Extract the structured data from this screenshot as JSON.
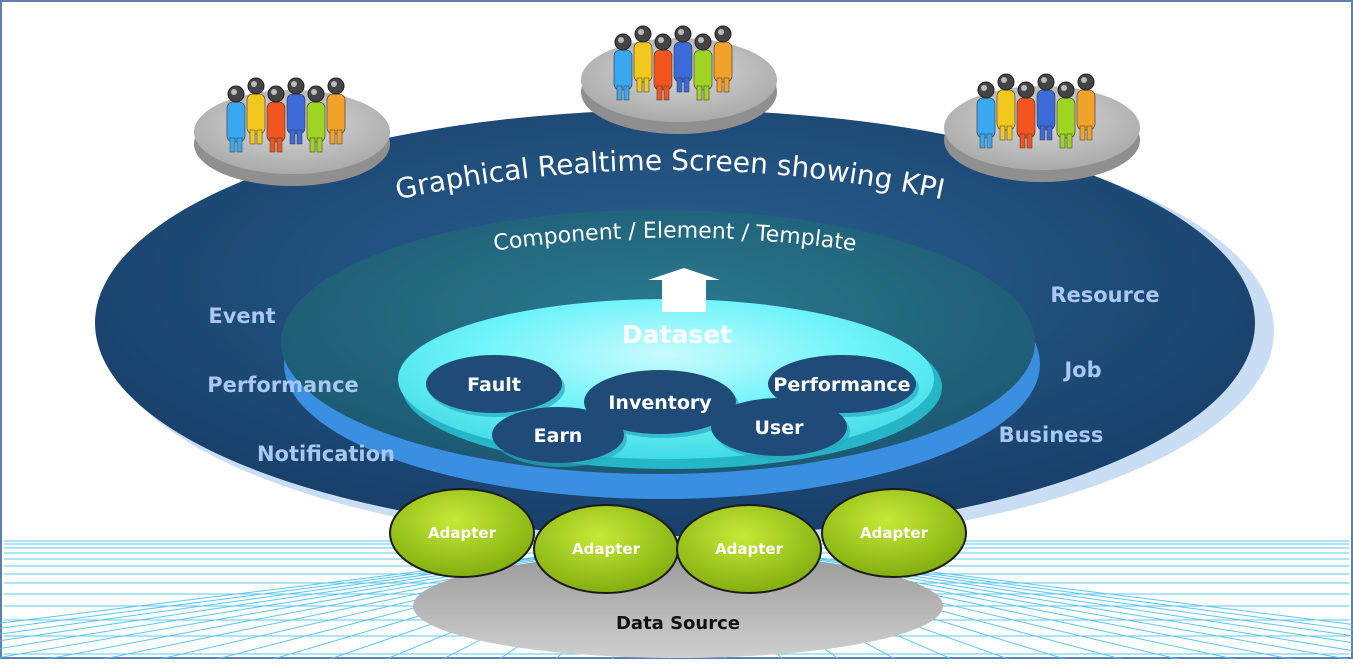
{
  "title": "Graphical Realtime Screen showing KPI",
  "subtitle": "Component / Element / Template",
  "dataset_label": "Dataset",
  "left_labels": [
    "Event",
    "Performance",
    "Notification"
  ],
  "right_labels": [
    "Resource",
    "Job",
    "Business"
  ],
  "dataset_items": [
    "Fault",
    "Inventory",
    "Performance",
    "Earn",
    "User"
  ],
  "adapters": [
    "Adapter",
    "Adapter",
    "Adapter",
    "Adapter"
  ],
  "data_source": "Data Source",
  "colors": {
    "outer_ring": "#1d4c79",
    "middle_ring": "#1f6278",
    "inner_ring": "#66f2f8",
    "node": "#1f4b78",
    "adapter": "#98c414",
    "label": "#a8c8f2",
    "grid": "#5bc6f2"
  }
}
